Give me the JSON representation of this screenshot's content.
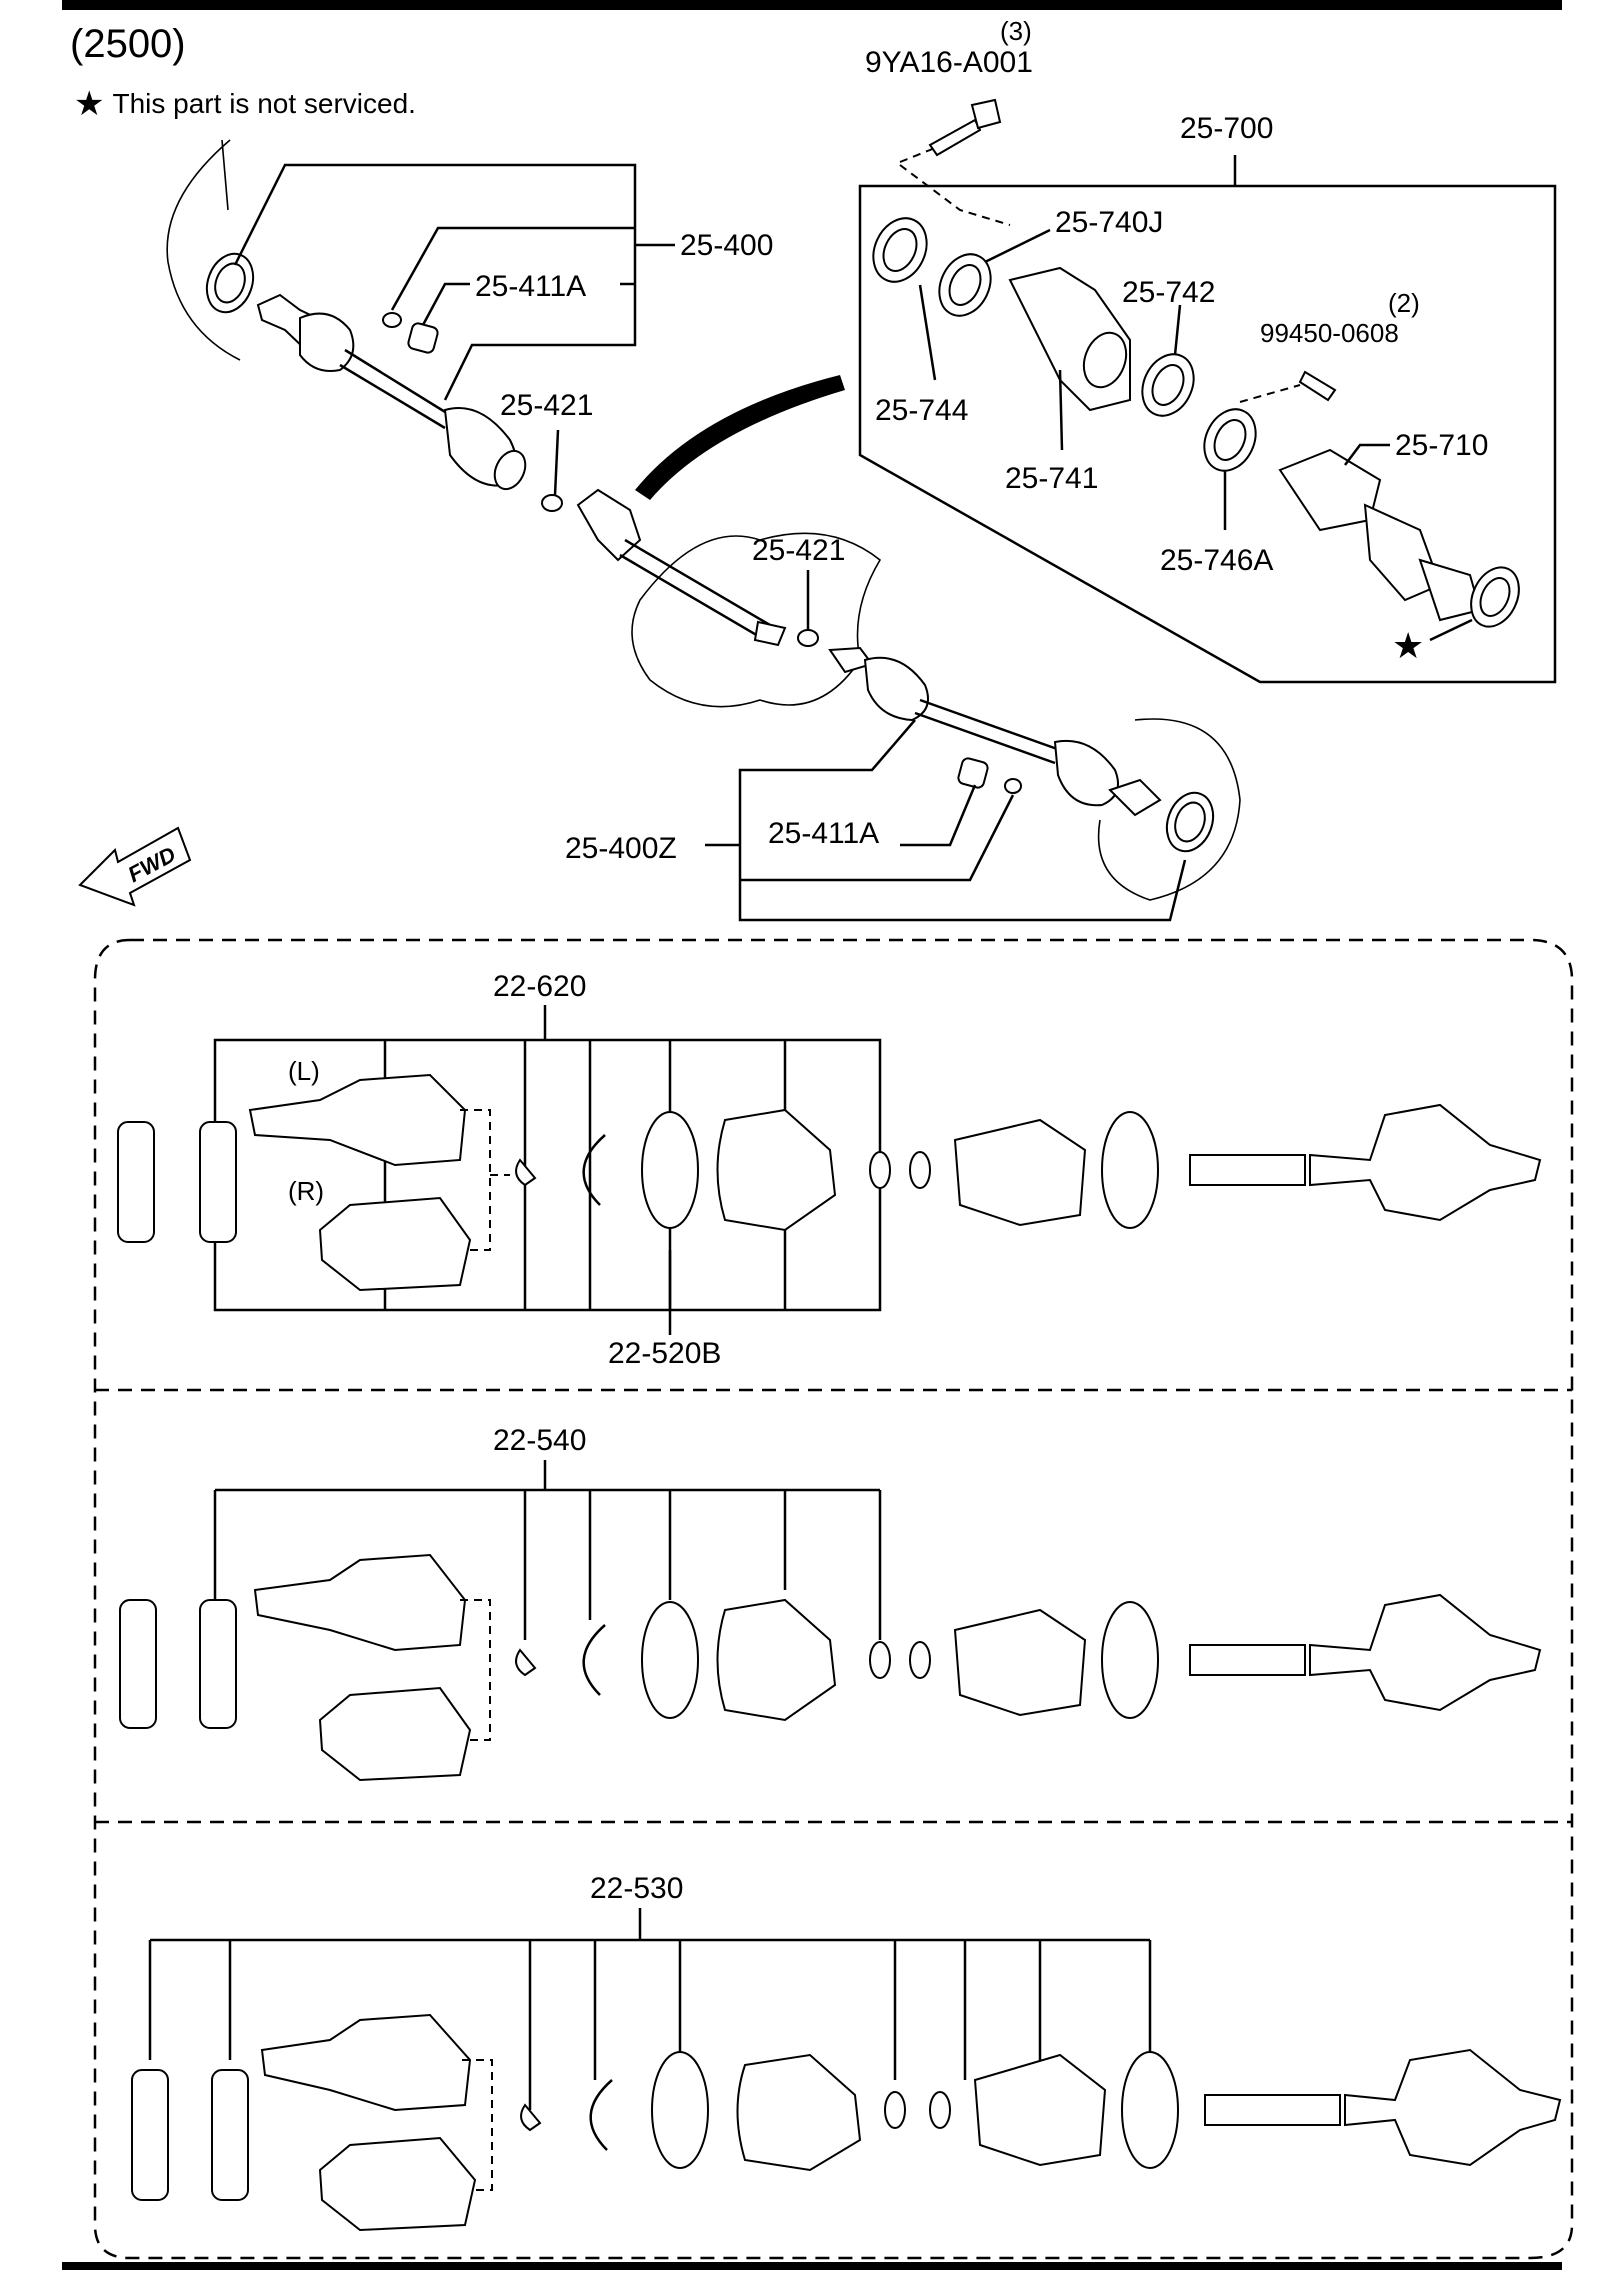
{
  "header": {
    "group_code": "(2500)",
    "note_star": "★",
    "note_text": "This part is not serviced."
  },
  "callouts": {
    "bolt_qty": "(3)",
    "bolt_code": "9YA16-A001",
    "bearing_bracket_assy": "25-700",
    "left_shaft": "25-400",
    "left_clip_kit": "25-411A",
    "clip_upper": "25-421",
    "clip_lower": "25-421",
    "oil_seal": "25-740J",
    "bearing_742": "25-742",
    "bolt2_qty": "(2)",
    "bolt2_code": "99450-0608",
    "seal_744": "25-744",
    "bracket_741": "25-741",
    "shaft_710": "25-710",
    "bracket_746a": "25-746A",
    "right_shaft": "25-400Z",
    "right_clip_kit": "25-411A",
    "star_mark": "★",
    "fwd_label": "FWD"
  },
  "kits": {
    "kit_620": "22-620",
    "kit_620_l": "(L)",
    "kit_620_r": "(R)",
    "kit_520b": "22-520B",
    "kit_540": "22-540",
    "kit_530": "22-530"
  },
  "icons": [
    "star-icon",
    "fwd-arrow-icon"
  ]
}
